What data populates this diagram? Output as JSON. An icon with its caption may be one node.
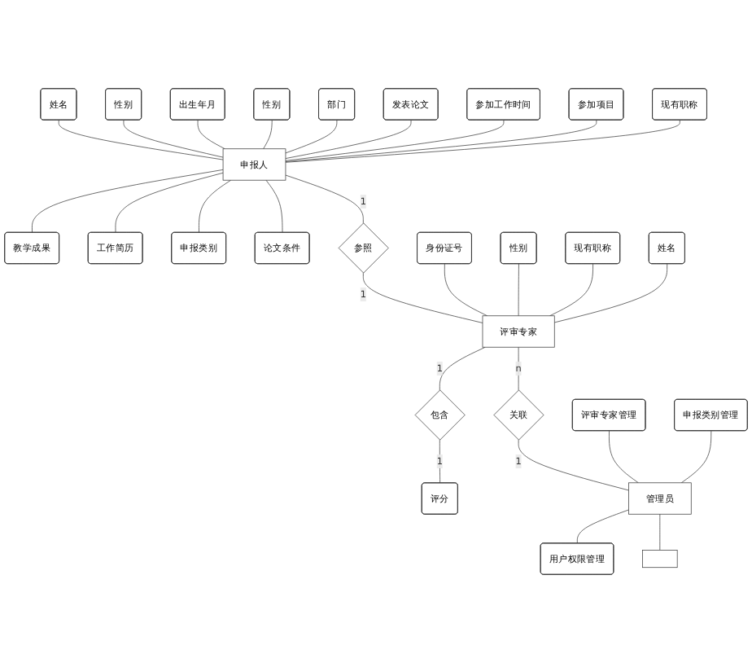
{
  "diagram": {
    "nodes": [
      {
        "text": [
          "申报人"
        ]
      },
      {
        "text": [
          "姓名"
        ]
      },
      {
        "text": [
          "性别"
        ]
      },
      {
        "text": [
          "出生年月"
        ]
      },
      {
        "text": [
          "性别"
        ]
      },
      {
        "text": [
          "部门"
        ]
      },
      {
        "text": [
          "发表论文"
        ]
      },
      {
        "text": [
          "参加工作时间"
        ]
      },
      {
        "text": [
          "参加项目"
        ]
      },
      {
        "text": [
          "现有职称"
        ]
      },
      {
        "text": [
          "教学成果"
        ]
      },
      {
        "text": [
          "工作简历"
        ]
      },
      {
        "text": [
          "申报类别"
        ]
      },
      {
        "text": [
          "论文条件"
        ]
      },
      {
        "text": [
          "参照"
        ]
      },
      {
        "text": [
          "身份证号"
        ]
      },
      {
        "text": [
          "性别"
        ]
      },
      {
        "text": [
          "现有职称"
        ]
      },
      {
        "text": [
          "评审专家"
        ]
      },
      {
        "text": [
          "姓名"
        ]
      },
      {
        "text": [
          "包含"
        ]
      },
      {
        "text": [
          "评分"
        ]
      },
      {
        "text": [
          "关联"
        ]
      },
      {
        "text": [
          "评审专家管理"
        ]
      },
      {
        "text": [
          "申报类别管理"
        ]
      },
      {
        "text": [
          "管理员"
        ]
      },
      {
        "text": [
          "用户权限管理"
        ]
      },
      {
        "text": [],
        "shape": "box"
      }
    ],
    "edges": [
      {
        "from": 1,
        "to": 0,
        "arrow": "none"
      },
      {
        "from": 2,
        "to": 0,
        "arrow": "none"
      },
      {
        "from": 3,
        "to": 0,
        "arrow": "none"
      },
      {
        "from": 4,
        "to": 0,
        "arrow": "none"
      },
      {
        "from": 5,
        "to": 0,
        "arrow": "none"
      },
      {
        "from": 6,
        "to": 0,
        "arrow": "none"
      },
      {
        "from": 7,
        "to": 0,
        "arrow": "none"
      },
      {
        "from": 8,
        "to": 0,
        "arrow": "none"
      },
      {
        "from": 9,
        "to": 0,
        "arrow": "none"
      },
      {
        "from": 0,
        "to": 10,
        "arrow": "none"
      },
      {
        "from": 0,
        "to": 11,
        "arrow": "none"
      },
      {
        "from": 0,
        "to": 12,
        "arrow": "none"
      },
      {
        "from": 0,
        "to": 13,
        "arrow": "none"
      },
      {
        "from": 0,
        "to": 14,
        "label": "1",
        "arrow": "none"
      },
      {
        "from": 14,
        "to": 18,
        "label": "1",
        "arrow": "none"
      },
      {
        "from": 15,
        "to": 18,
        "arrow": "none"
      },
      {
        "from": 16,
        "to": 18,
        "arrow": "none"
      },
      {
        "from": 17,
        "to": 18,
        "arrow": "none"
      },
      {
        "from": 19,
        "to": 18,
        "arrow": "none"
      },
      {
        "from": 18,
        "to": 20,
        "label": "1",
        "arrow": "none"
      },
      {
        "from": 20,
        "to": 21,
        "label": "1",
        "arrow": "none"
      },
      {
        "from": 18,
        "to": 22,
        "label": "n",
        "arrow": "none"
      },
      {
        "from": 22,
        "to": 25,
        "label": "1",
        "arrow": "none"
      },
      {
        "from": 23,
        "to": 25,
        "arrow": "none"
      },
      {
        "from": 24,
        "to": 25,
        "arrow": "none"
      },
      {
        "from": 25,
        "to": 26,
        "arrow": "none"
      },
      {
        "from": 25,
        "to": 27,
        "arrow": "none"
      }
    ]
  }
}
